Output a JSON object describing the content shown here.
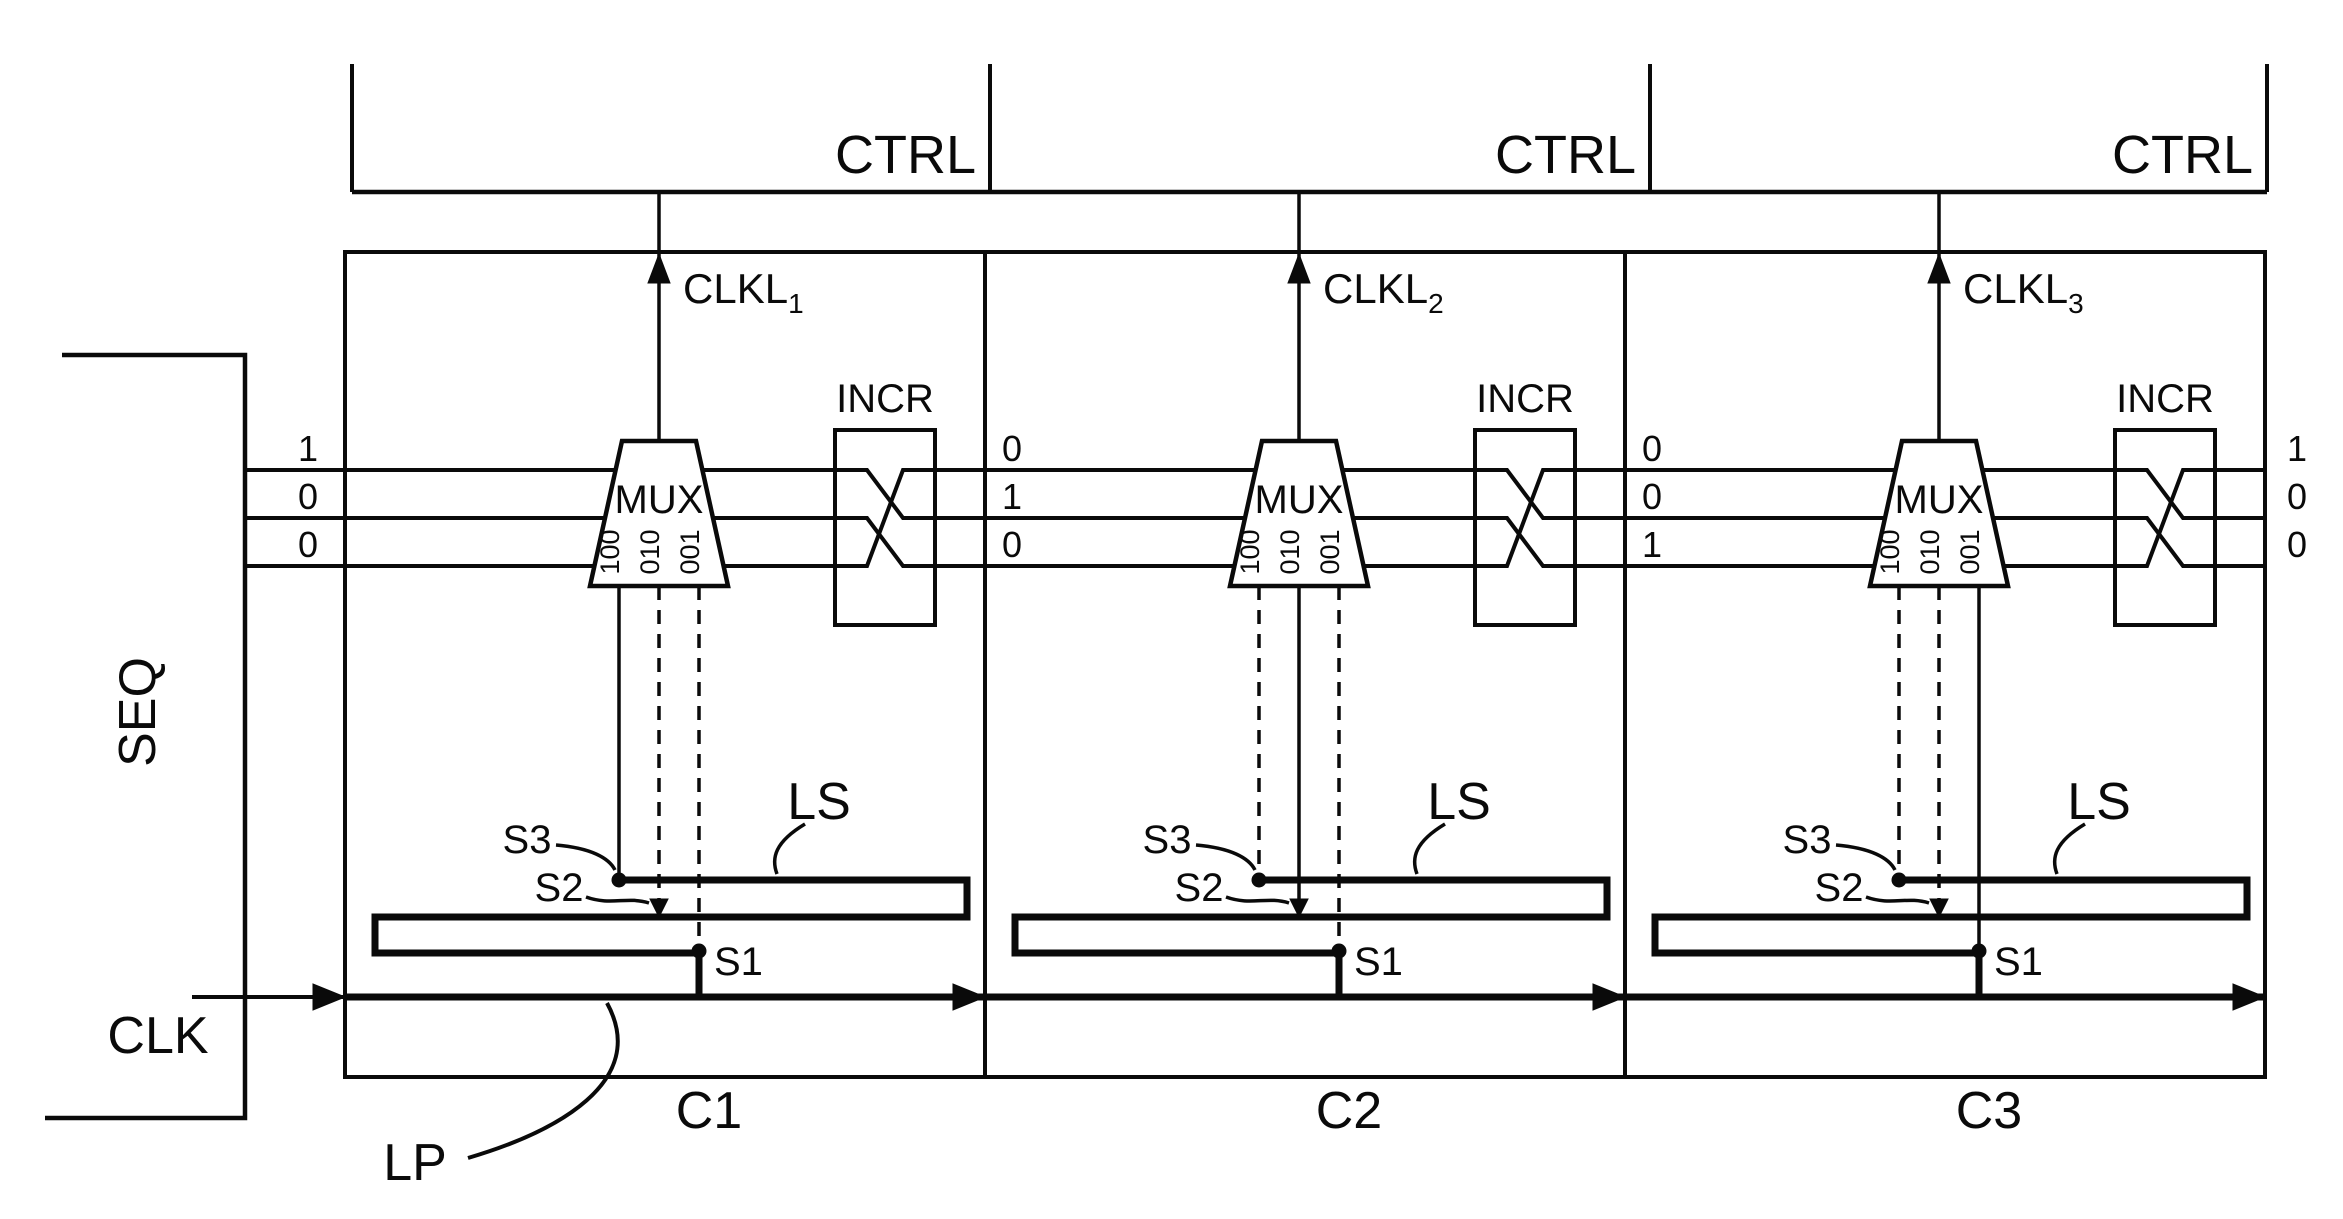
{
  "figure": {
    "type": "circuit-diagram",
    "description": "Three-cell clock distribution chain with per-cell MUX-selected tap on a serpentine local path",
    "colors": {
      "ink": "#0a0a0a",
      "background": "#ffffff"
    },
    "left": {
      "seq_label": "SEQ",
      "clk_label": "CLK",
      "lp_label": "LP"
    },
    "cells": [
      {
        "id": "C1",
        "ctrl_label": "CTRL",
        "clkl_base": "CLKL",
        "clkl_sub": "1",
        "bus_bits": [
          "1",
          "0",
          "0"
        ],
        "selected_input": 0,
        "mux_label": "MUX",
        "mux_inputs": [
          "100",
          "010",
          "001"
        ],
        "incr_label": "INCR",
        "tap_s3": "S3",
        "tap_s2": "S2",
        "tap_s1": "S1",
        "ls_label": "LS"
      },
      {
        "id": "C2",
        "ctrl_label": "CTRL",
        "clkl_base": "CLKL",
        "clkl_sub": "2",
        "bus_bits": [
          "0",
          "1",
          "0"
        ],
        "selected_input": 1,
        "mux_label": "MUX",
        "mux_inputs": [
          "100",
          "010",
          "001"
        ],
        "incr_label": "INCR",
        "tap_s3": "S3",
        "tap_s2": "S2",
        "tap_s1": "S1",
        "ls_label": "LS"
      },
      {
        "id": "C3",
        "ctrl_label": "CTRL",
        "clkl_base": "CLKL",
        "clkl_sub": "3",
        "bus_bits": [
          "0",
          "0",
          "1"
        ],
        "selected_input": 2,
        "mux_label": "MUX",
        "mux_inputs": [
          "100",
          "010",
          "001"
        ],
        "incr_label": "INCR",
        "tap_s3": "S3",
        "tap_s2": "S2",
        "tap_s1": "S1",
        "ls_label": "LS"
      }
    ],
    "right_output_bits": [
      "1",
      "0",
      "0"
    ]
  }
}
